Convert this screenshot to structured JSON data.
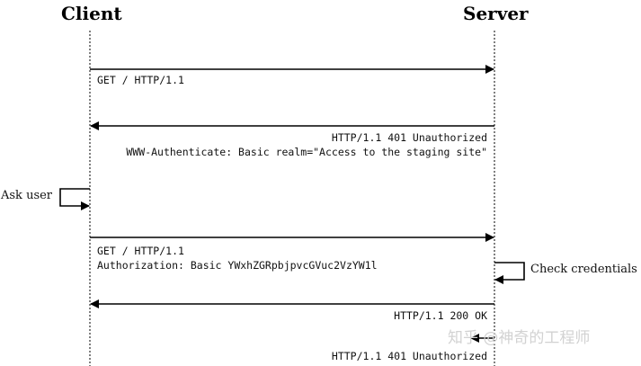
{
  "actors": {
    "client": "Client",
    "server": "Server"
  },
  "messages": [
    {
      "id": "m1",
      "lines": [
        "GET / HTTP/1.1"
      ]
    },
    {
      "id": "m2",
      "lines": [
        "HTTP/1.1 401 Unauthorized",
        "WWW-Authenticate: Basic realm=\"Access to the staging site\""
      ]
    },
    {
      "id": "m3",
      "lines": [
        "GET / HTTP/1.1",
        "Authorization: Basic YWxhZGRpbjpvcGVuc2VzYW1l"
      ]
    },
    {
      "id": "m4",
      "lines": [
        "HTTP/1.1 200 OK"
      ]
    },
    {
      "id": "m5",
      "lines": [
        "HTTP/1.1 401 Unauthorized"
      ]
    }
  ],
  "self_loops": {
    "client": "Ask user",
    "server": "Check credentials"
  },
  "watermark": "知乎 @神奇的工程师",
  "colors": {
    "line": "#000000",
    "text": "#111111",
    "watermark": "#d2d2d2"
  }
}
